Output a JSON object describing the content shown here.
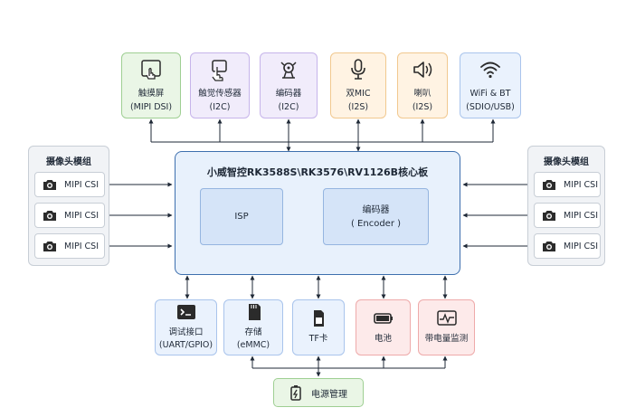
{
  "top_modules": [
    {
      "name": "触摸屏",
      "bus": "(MIPI DSI)",
      "icon": "touchscreen-icon"
    },
    {
      "name": "触觉传感器",
      "bus": "(I2C)",
      "icon": "tactile-sensor-icon"
    },
    {
      "name": "编码器",
      "bus": "(I2C)",
      "icon": "encoder-icon"
    },
    {
      "name": "双MIC",
      "bus": "(I2S)",
      "icon": "microphone-icon"
    },
    {
      "name": "喇叭",
      "bus": "(I2S)",
      "icon": "speaker-icon"
    },
    {
      "name": "WiFi & BT",
      "bus": "(SDIO/USB)",
      "icon": "wifi-icon"
    }
  ],
  "camera_left": {
    "title": "摄像头模组",
    "items": [
      "MIPI CSI",
      "MIPI CSI",
      "MIPI CSI"
    ],
    "icon": "camera-icon"
  },
  "camera_right": {
    "title": "摄像头模组",
    "items": [
      "MIPI CSI",
      "MIPI CSI",
      "MIPI CSI"
    ],
    "icon": "camera-icon"
  },
  "core": {
    "title": "小威智控RK3588S\\RK3576\\RV1126B核心板",
    "isp": "ISP",
    "encoder_line1": "编码器",
    "encoder_line2": "( Encoder )"
  },
  "bottom_modules": [
    {
      "line1": "调试接口",
      "line2": "(UART/GPIO)",
      "icon": "terminal-icon"
    },
    {
      "line1": "存储",
      "line2": "(eMMC)",
      "icon": "storage-chip-icon"
    },
    {
      "line1": "TF卡",
      "line2": "",
      "icon": "sd-card-icon"
    },
    {
      "line1": "电池",
      "line2": "",
      "icon": "battery-icon"
    },
    {
      "line1": "带电量监测",
      "line2": "",
      "icon": "power-monitor-icon"
    }
  ],
  "power": {
    "label": "电源管理",
    "icon": "power-management-icon"
  },
  "colors": {
    "green": "#eaf6e6",
    "purple": "#f1ecfb",
    "orange": "#fff3e3",
    "blue": "#eaf2fd",
    "red": "#fdeaea",
    "core": "#e8f1fc",
    "core_border": "#3d6fae"
  }
}
